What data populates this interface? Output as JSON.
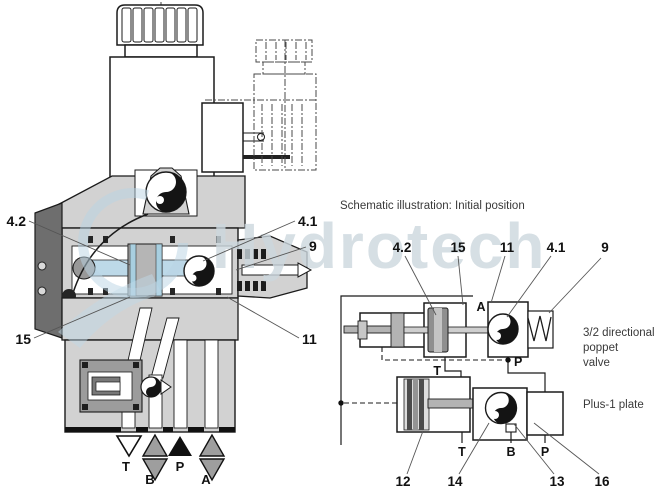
{
  "watermark": {
    "text": "Hydrotech",
    "color": "#ccd7de",
    "swoosh_color": "#b9d4e3"
  },
  "cutaway": {
    "callouts": {
      "c42": "4.2",
      "c41": "4.1",
      "c9": "9",
      "c15": "15",
      "c11": "11"
    },
    "ports": {
      "t": "T",
      "b": "B",
      "p": "P",
      "a": "A"
    }
  },
  "schematic": {
    "title": "Schematic illustration: Initial position",
    "callouts_top": {
      "c42": "4.2",
      "c15": "15",
      "c11": "11",
      "c41": "4.1",
      "c9": "9"
    },
    "callouts_bottom": {
      "c12": "12",
      "c14": "14",
      "c13": "13",
      "c16": "16"
    },
    "ports": {
      "a": "A",
      "p_pilot": "P",
      "t_upper": "T",
      "t": "T",
      "b": "B",
      "p": "P"
    },
    "captions": {
      "valve_line1": "3/2 directional",
      "valve_line2": "poppet",
      "valve_line3": "valve",
      "plate": "Plus-1 plate"
    }
  }
}
